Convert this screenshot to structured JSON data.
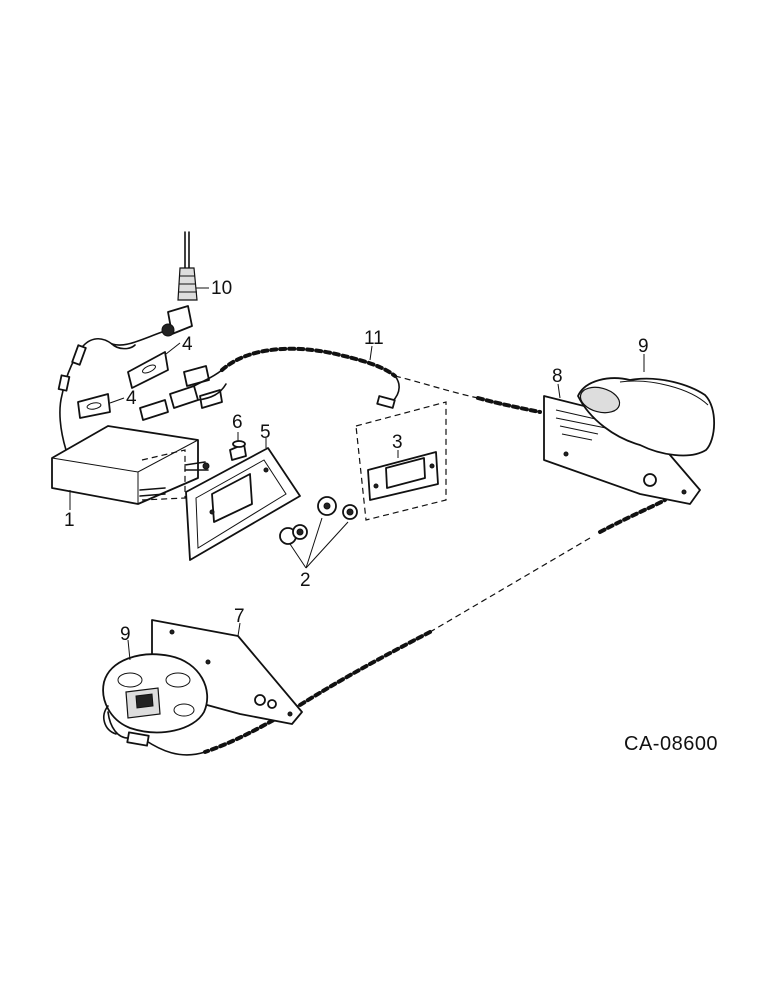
{
  "diagram_code": "CA-08600",
  "callouts": [
    {
      "id": "c1",
      "text": "1"
    },
    {
      "id": "c2",
      "text": "2"
    },
    {
      "id": "c3",
      "text": "3"
    },
    {
      "id": "c4a",
      "text": "4"
    },
    {
      "id": "c4b",
      "text": "4"
    },
    {
      "id": "c5",
      "text": "5"
    },
    {
      "id": "c6",
      "text": "6"
    },
    {
      "id": "c7",
      "text": "7"
    },
    {
      "id": "c8",
      "text": "8"
    },
    {
      "id": "c9a",
      "text": "9"
    },
    {
      "id": "c9b",
      "text": "9"
    },
    {
      "id": "c10",
      "text": "10"
    },
    {
      "id": "c11",
      "text": "11"
    }
  ]
}
